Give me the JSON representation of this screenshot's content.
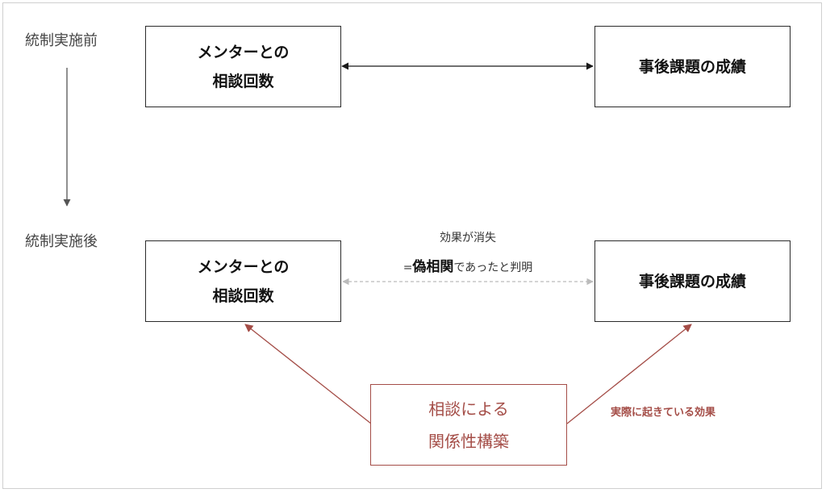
{
  "before": {
    "label": "統制実施前",
    "left_box": {
      "line1": "メンターとの",
      "line2": "相談回数"
    },
    "right_box": {
      "line1": "事後課題の成績"
    }
  },
  "after": {
    "label": "統制実施後",
    "left_box": {
      "line1": "メンターとの",
      "line2": "相談回数"
    },
    "right_box": {
      "line1": "事後課題の成績"
    },
    "note": {
      "line1": "効果が消失",
      "prefix": "=",
      "strong": "偽相関",
      "suffix": "であったと判明"
    },
    "confounder": {
      "line1": "相談による",
      "line2": "関係性構築"
    },
    "effect_label": "実際に起きている効果"
  },
  "colors": {
    "line": "#2b2b2b",
    "dashed": "#bbbbbb",
    "accent": "#a44d47"
  }
}
